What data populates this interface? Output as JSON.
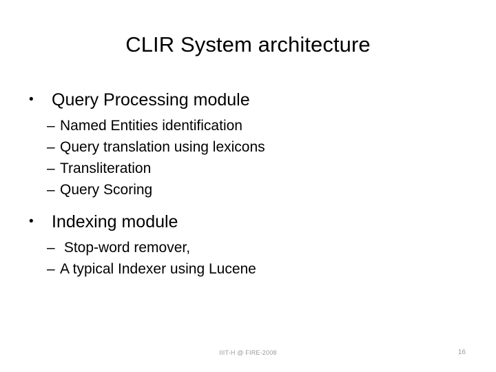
{
  "slide": {
    "title": "CLIR System architecture",
    "bullet_marker": "•",
    "sub_marker": "–",
    "sections": [
      {
        "heading": "Query Processing module",
        "items": [
          "Named Entities identification",
          "Query translation using lexicons",
          "Transliteration",
          "Query Scoring"
        ]
      },
      {
        "heading": "Indexing module",
        "items": [
          " Stop-word remover,",
          "A typical Indexer using Lucene"
        ]
      }
    ]
  },
  "footer": {
    "center_text": "IIIT-H @ FIRE-2008",
    "page_number": "16"
  },
  "colors": {
    "background": "#ffffff",
    "text": "#000000",
    "footer_text": "#9a9a9a"
  }
}
